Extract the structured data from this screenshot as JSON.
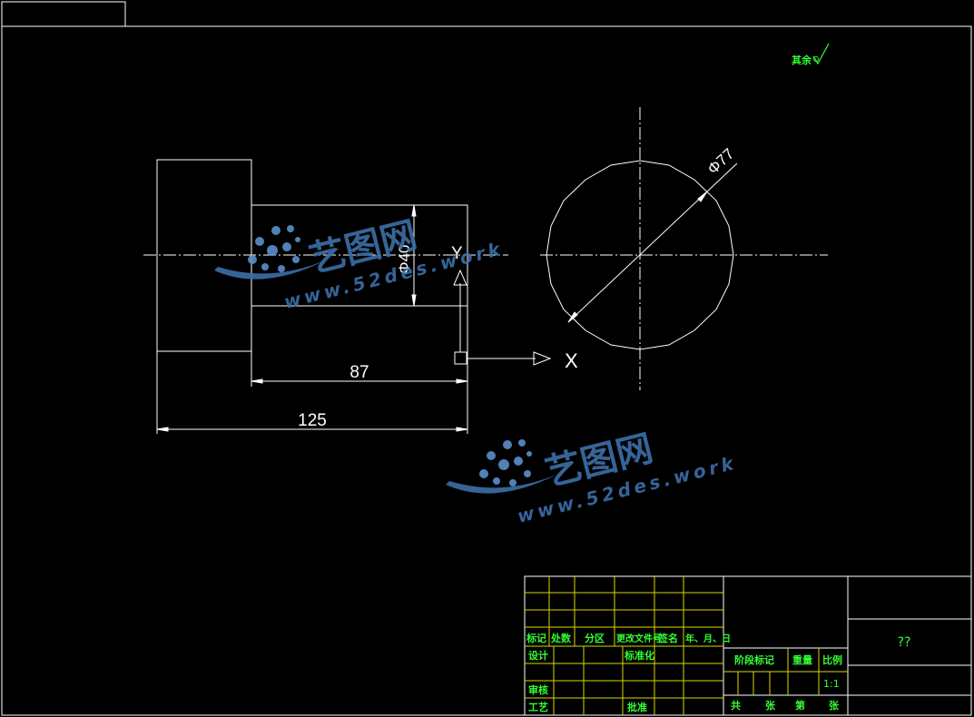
{
  "colors": {
    "background": "#000000",
    "line": "#ffffff",
    "title_block_inner": "#d8d800",
    "text_green": "#33ff33",
    "watermark": "#3c6fa8"
  },
  "drawing": {
    "roughness_note": "其余",
    "dims": {
      "dia_40": "Φ40",
      "dia_77": "Φ77",
      "len_87": "87",
      "len_125": "125"
    },
    "axes": {
      "x": "X",
      "y": "Y"
    }
  },
  "watermark": {
    "brand": "艺图网",
    "url": "www.52des.work"
  },
  "title_block": {
    "row_labels": [
      "标记",
      "处数",
      "分区",
      "更改文件号",
      "签名",
      "年、月、日"
    ],
    "design": "设计",
    "standardize": "标准化",
    "review": "审核",
    "process": "工艺",
    "approve": "批准",
    "stage_mark": "阶段标记",
    "weight": "重量",
    "scale": "比例",
    "scale_value": "1:1",
    "total": "共",
    "sheets": "张",
    "sheet_no": "第",
    "sheets2": "张",
    "drawing_name": "??"
  }
}
